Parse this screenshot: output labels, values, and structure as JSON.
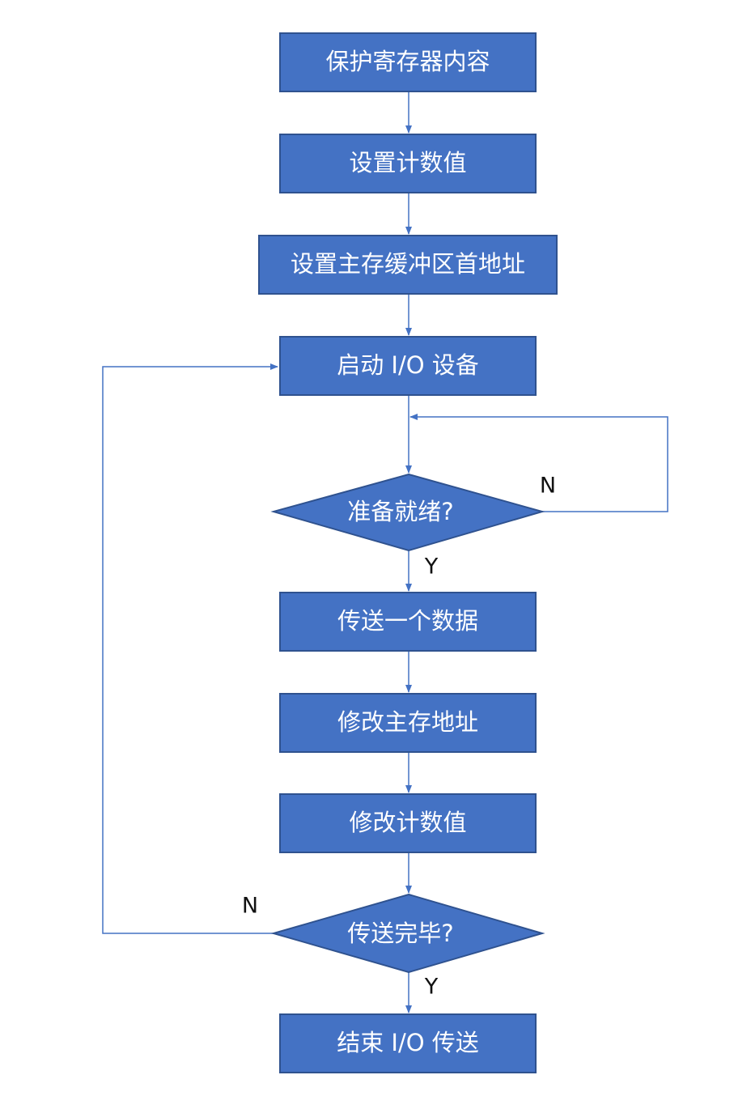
{
  "colors": {
    "node_fill": "#4472c4",
    "node_stroke": "#2f528f",
    "connector": "#4472c4",
    "background": "#ffffff"
  },
  "nodes": [
    {
      "id": "save-registers",
      "shape": "rect",
      "label": "保护寄存器内容"
    },
    {
      "id": "set-count",
      "shape": "rect",
      "label": "设置计数值"
    },
    {
      "id": "set-buffer-addr",
      "shape": "rect",
      "label": "设置主存缓冲区首地址"
    },
    {
      "id": "start-io",
      "shape": "rect",
      "label": "启动 I/O 设备"
    },
    {
      "id": "ready-check",
      "shape": "diamond",
      "label": "准备就绪?"
    },
    {
      "id": "transfer-data",
      "shape": "rect",
      "label": "传送一个数据"
    },
    {
      "id": "modify-address",
      "shape": "rect",
      "label": "修改主存地址"
    },
    {
      "id": "modify-count",
      "shape": "rect",
      "label": "修改计数值"
    },
    {
      "id": "done-check",
      "shape": "diamond",
      "label": "传送完毕?"
    },
    {
      "id": "end-io",
      "shape": "rect",
      "label": "结束 I/O 传送"
    }
  ],
  "edges": [
    {
      "from": "save-registers",
      "to": "set-count",
      "label": ""
    },
    {
      "from": "set-count",
      "to": "set-buffer-addr",
      "label": ""
    },
    {
      "from": "set-buffer-addr",
      "to": "start-io",
      "label": ""
    },
    {
      "from": "start-io",
      "to": "ready-check",
      "label": ""
    },
    {
      "from": "ready-check",
      "to": "ready-check",
      "label": "N"
    },
    {
      "from": "ready-check",
      "to": "transfer-data",
      "label": "Y"
    },
    {
      "from": "transfer-data",
      "to": "modify-address",
      "label": ""
    },
    {
      "from": "modify-address",
      "to": "modify-count",
      "label": ""
    },
    {
      "from": "modify-count",
      "to": "done-check",
      "label": ""
    },
    {
      "from": "done-check",
      "to": "start-io",
      "label": "N"
    },
    {
      "from": "done-check",
      "to": "end-io",
      "label": "Y"
    }
  ]
}
